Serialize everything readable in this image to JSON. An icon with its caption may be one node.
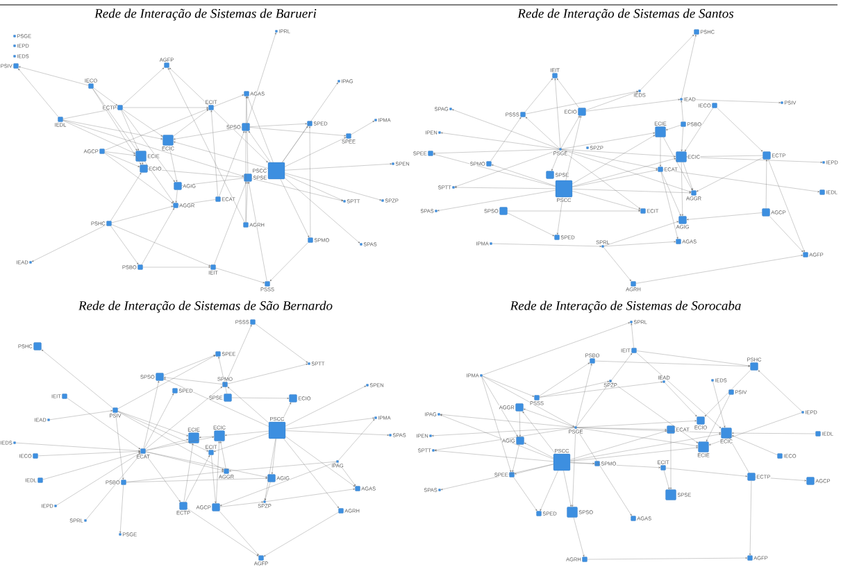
{
  "diagram": {
    "labels": [
      "Rede de Interação de Sistemas de Barueri",
      "Rede de Interação de Sistemas de Santos",
      "Rede de Interação de Sistemas de São Bernardo",
      "Rede de Interação de Sistemas de Sorocaba"
    ],
    "nodes": [
      {
        "text": [
          "PSGE"
        ]
      },
      {
        "text": [
          "IEPD"
        ]
      },
      {
        "text": [
          "IEDS"
        ]
      },
      {
        "text": [
          "PSIV"
        ]
      },
      {
        "text": [
          "IECO"
        ]
      },
      {
        "text": [
          "AGFP"
        ]
      },
      {
        "text": [
          "IPRL"
        ]
      },
      {
        "text": [
          "IPAG"
        ]
      },
      {
        "text": [
          "AGAS"
        ]
      },
      {
        "text": [
          "ECTP"
        ]
      },
      {
        "text": [
          "ECIT"
        ]
      },
      {
        "text": [
          "IEDL"
        ]
      },
      {
        "text": [
          "SPSO"
        ]
      },
      {
        "text": [
          "SPED"
        ]
      },
      {
        "text": [
          "IPMA"
        ]
      },
      {
        "text": [
          "SPEE"
        ]
      },
      {
        "text": [
          "ECIC"
        ]
      },
      {
        "text": [
          "ECIE"
        ]
      },
      {
        "text": [
          "AGCP"
        ]
      },
      {
        "text": [
          "PSCC"
        ]
      },
      {
        "text": [
          "SPEN"
        ]
      },
      {
        "text": [
          "ECIO"
        ]
      },
      {
        "text": [
          "SPSE"
        ]
      },
      {
        "text": [
          "AGIG"
        ]
      },
      {
        "text": [
          "ECAT"
        ]
      },
      {
        "text": [
          "AGGR"
        ]
      },
      {
        "text": [
          "SPTT"
        ]
      },
      {
        "text": [
          "SPZP"
        ]
      },
      {
        "text": [
          "PSHC"
        ]
      },
      {
        "text": [
          "AGRH"
        ]
      },
      {
        "text": [
          "SPMO"
        ]
      },
      {
        "text": [
          "SPAS"
        ]
      },
      {
        "text": [
          "IEAD"
        ]
      },
      {
        "text": [
          "PSBO"
        ]
      },
      {
        "text": [
          "IEIT"
        ]
      },
      {
        "text": [
          "PSSS"
        ]
      },
      {
        "text": [
          "PSHC"
        ]
      },
      {
        "text": [
          "IEIT"
        ]
      },
      {
        "text": [
          "IEDS"
        ]
      },
      {
        "text": [
          "IEAD"
        ]
      },
      {
        "text": [
          "ECIO"
        ]
      },
      {
        "text": [
          "IECO"
        ]
      },
      {
        "text": [
          "PSIV"
        ]
      },
      {
        "text": [
          "SPAG"
        ]
      },
      {
        "text": [
          "PSSS"
        ]
      },
      {
        "text": [
          "PSBO"
        ]
      },
      {
        "text": [
          "ECIE"
        ]
      },
      {
        "text": [
          "IPEN"
        ]
      },
      {
        "text": [
          "PSGE"
        ]
      },
      {
        "text": [
          "SPZP"
        ]
      },
      {
        "text": [
          "SPEE"
        ]
      },
      {
        "text": [
          "ECIC"
        ]
      },
      {
        "text": [
          "ECTP"
        ]
      },
      {
        "text": [
          "IEPD"
        ]
      },
      {
        "text": [
          "SPMO"
        ]
      },
      {
        "text": [
          "ECAT"
        ]
      },
      {
        "text": [
          "SPSE"
        ]
      },
      {
        "text": [
          "PSCC"
        ]
      },
      {
        "text": [
          "SPTT"
        ]
      },
      {
        "text": [
          "AGGR"
        ]
      },
      {
        "text": [
          "IEDL"
        ]
      },
      {
        "text": [
          "SPAS"
        ]
      },
      {
        "text": [
          "SPSO"
        ]
      },
      {
        "text": [
          "ECIT"
        ]
      },
      {
        "text": [
          "AGCP"
        ]
      },
      {
        "text": [
          "AGIG"
        ]
      },
      {
        "text": [
          "SPED"
        ]
      },
      {
        "text": [
          "IPMA"
        ]
      },
      {
        "text": [
          "SPRL"
        ]
      },
      {
        "text": [
          "AGAS"
        ]
      },
      {
        "text": [
          "AGFP"
        ]
      },
      {
        "text": [
          "AGRH"
        ]
      },
      {
        "text": [
          "PSSS"
        ]
      },
      {
        "text": [
          "PSHC"
        ]
      },
      {
        "text": [
          "SPEE"
        ]
      },
      {
        "text": [
          "SPTT"
        ]
      },
      {
        "text": [
          "SPSO"
        ]
      },
      {
        "text": [
          "SPMO"
        ]
      },
      {
        "text": [
          "SPEN"
        ]
      },
      {
        "text": [
          "SPED"
        ]
      },
      {
        "text": [
          "IEIT"
        ]
      },
      {
        "text": [
          "SPSE"
        ]
      },
      {
        "text": [
          "ECIO"
        ]
      },
      {
        "text": [
          "PSIV"
        ]
      },
      {
        "text": [
          "IEAD"
        ]
      },
      {
        "text": [
          "IPMA"
        ]
      },
      {
        "text": [
          "PSCC"
        ]
      },
      {
        "text": [
          "ECIE"
        ]
      },
      {
        "text": [
          "ECIC"
        ]
      },
      {
        "text": [
          "SPAS"
        ]
      },
      {
        "text": [
          "IEDS"
        ]
      },
      {
        "text": [
          "ECAT"
        ]
      },
      {
        "text": [
          "ECIT"
        ]
      },
      {
        "text": [
          "IECO"
        ]
      },
      {
        "text": [
          "IPAG"
        ]
      },
      {
        "text": [
          "AGGR"
        ]
      },
      {
        "text": [
          "AGIG"
        ]
      },
      {
        "text": [
          "IEDL"
        ]
      },
      {
        "text": [
          "PSBO"
        ]
      },
      {
        "text": [
          "AGAS"
        ]
      },
      {
        "text": [
          "SPZP"
        ]
      },
      {
        "text": [
          "IEPD"
        ]
      },
      {
        "text": [
          "ECTP"
        ]
      },
      {
        "text": [
          "AGCP"
        ]
      },
      {
        "text": [
          "AGRH"
        ]
      },
      {
        "text": [
          "SPRL"
        ]
      },
      {
        "text": [
          "PSGE"
        ]
      },
      {
        "text": [
          "AGFP"
        ]
      },
      {
        "text": [
          "SPRL"
        ]
      },
      {
        "text": [
          "IEIT"
        ]
      },
      {
        "text": [
          "PSBO"
        ]
      },
      {
        "text": [
          "PSHC"
        ]
      },
      {
        "text": [
          "IPMA"
        ]
      },
      {
        "text": [
          "SPZP"
        ]
      },
      {
        "text": [
          "IEAD"
        ]
      },
      {
        "text": [
          "IEDS"
        ]
      },
      {
        "text": [
          "PSIV"
        ]
      },
      {
        "text": [
          "PSSS"
        ]
      },
      {
        "text": [
          "AGGR"
        ]
      },
      {
        "text": [
          "IEPD"
        ]
      },
      {
        "text": [
          "IPAG"
        ]
      },
      {
        "text": [
          "ECIO"
        ]
      },
      {
        "text": [
          "PSGE"
        ]
      },
      {
        "text": [
          "ECAT"
        ]
      },
      {
        "text": [
          "ECIC"
        ]
      },
      {
        "text": [
          "IEDL"
        ]
      },
      {
        "text": [
          "IPEN"
        ]
      },
      {
        "text": [
          "ECIE"
        ]
      },
      {
        "text": [
          "AGIG"
        ]
      },
      {
        "text": [
          "SPTT"
        ]
      },
      {
        "text": [
          "IECO"
        ]
      },
      {
        "text": [
          "PSCC"
        ]
      },
      {
        "text": [
          "SPMO"
        ]
      },
      {
        "text": [
          "ECIT"
        ]
      },
      {
        "text": [
          "SPEE"
        ]
      },
      {
        "text": [
          "ECTP"
        ]
      },
      {
        "text": [
          "AGCP"
        ]
      },
      {
        "text": [
          "SPSE"
        ]
      },
      {
        "text": [
          "SPAS"
        ]
      },
      {
        "text": [
          "SPED"
        ]
      },
      {
        "text": [
          "SPSO"
        ]
      },
      {
        "text": [
          "AGAS"
        ]
      },
      {
        "text": [
          "AGRH"
        ]
      },
      {
        "text": [
          "AGFP"
        ]
      }
    ],
    "edges": [
      {
        "from": 4,
        "to": 3,
        "arrow": "to"
      },
      {
        "from": 11,
        "to": 3,
        "arrow": "to"
      },
      {
        "from": 4,
        "to": 9,
        "arrow": "to"
      },
      {
        "from": 4,
        "to": 17,
        "arrow": "to"
      },
      {
        "from": 4,
        "to": 21,
        "arrow": "to"
      },
      {
        "from": 11,
        "to": 9,
        "arrow": "to"
      },
      {
        "from": 11,
        "to": 16,
        "arrow": "to"
      },
      {
        "from": 11,
        "to": 17,
        "arrow": "to"
      },
      {
        "from": 11,
        "to": 22,
        "arrow": "to"
      },
      {
        "from": 9,
        "to": 10,
        "arrow": "to"
      },
      {
        "from": 9,
        "to": 5,
        "arrow": "to"
      },
      {
        "from": 9,
        "to": 16,
        "arrow": "to"
      },
      {
        "from": 9,
        "to": 17,
        "arrow": "to"
      },
      {
        "from": 9,
        "to": 23,
        "arrow": "to"
      },
      {
        "from": 10,
        "to": 5,
        "arrow": "to"
      },
      {
        "from": 10,
        "to": 8,
        "arrow": "to"
      },
      {
        "from": 10,
        "to": 19,
        "arrow": "to"
      },
      {
        "from": 12,
        "to": 6,
        "arrow": "to"
      },
      {
        "from": 19,
        "to": 7,
        "arrow": "to"
      },
      {
        "from": 12,
        "to": 13,
        "arrow": "to"
      },
      {
        "from": 12,
        "to": 15,
        "arrow": "to"
      },
      {
        "from": 12,
        "to": 8,
        "arrow": "to"
      },
      {
        "from": 12,
        "to": 16,
        "arrow": "to"
      },
      {
        "from": 15,
        "to": 14,
        "arrow": "to"
      },
      {
        "from": 19,
        "to": 13,
        "arrow": "to"
      },
      {
        "from": 19,
        "to": 15,
        "arrow": "to"
      },
      {
        "from": 19,
        "to": 20,
        "arrow": "to"
      },
      {
        "from": 19,
        "to": 26,
        "arrow": "to"
      },
      {
        "from": 19,
        "to": 27,
        "arrow": "to"
      },
      {
        "from": 19,
        "to": 30,
        "arrow": "to"
      },
      {
        "from": 19,
        "to": 31,
        "arrow": "to"
      },
      {
        "from": 19,
        "to": 12,
        "arrow": "to"
      },
      {
        "from": 19,
        "to": 16,
        "arrow": "to"
      },
      {
        "from": 19,
        "to": 8,
        "arrow": "to"
      },
      {
        "from": 22,
        "to": 21,
        "arrow": "to"
      },
      {
        "from": 22,
        "to": 23,
        "arrow": "to"
      },
      {
        "from": 22,
        "to": 8,
        "arrow": "to"
      },
      {
        "from": 22,
        "to": 26,
        "arrow": "to"
      },
      {
        "from": 18,
        "to": 17,
        "arrow": "to"
      },
      {
        "from": 18,
        "to": 21,
        "arrow": "to"
      },
      {
        "from": 18,
        "to": 25,
        "arrow": "to"
      },
      {
        "from": 18,
        "to": 10,
        "arrow": "to"
      },
      {
        "from": 16,
        "to": 23,
        "arrow": "to"
      },
      {
        "from": 16,
        "to": 10,
        "arrow": "to"
      },
      {
        "from": 17,
        "to": 21,
        "arrow": "to"
      },
      {
        "from": 17,
        "to": 25,
        "arrow": "to"
      },
      {
        "from": 28,
        "to": 32,
        "arrow": "to"
      },
      {
        "from": 28,
        "to": 33,
        "arrow": "to"
      },
      {
        "from": 28,
        "to": 34,
        "arrow": "to"
      },
      {
        "from": 28,
        "to": 21,
        "arrow": "to"
      },
      {
        "from": 28,
        "to": 25,
        "arrow": "to"
      },
      {
        "from": 33,
        "to": 34,
        "arrow": "to"
      },
      {
        "from": 33,
        "to": 25,
        "arrow": "to"
      },
      {
        "from": 34,
        "to": 35,
        "arrow": "to"
      },
      {
        "from": 34,
        "to": 22,
        "arrow": "to"
      },
      {
        "from": 29,
        "to": 22,
        "arrow": "to"
      },
      {
        "from": 29,
        "to": 5,
        "arrow": "to"
      },
      {
        "from": 29,
        "to": 12,
        "arrow": "to"
      },
      {
        "from": 35,
        "to": 22,
        "arrow": "to"
      },
      {
        "from": 30,
        "to": 35,
        "arrow": "to"
      },
      {
        "from": 30,
        "to": 13,
        "arrow": "to"
      },
      {
        "from": 24,
        "to": 25,
        "arrow": "to"
      },
      {
        "from": 24,
        "to": 12,
        "arrow": "to"
      },
      {
        "from": 24,
        "to": 10,
        "arrow": "to"
      },
      {
        "from": 23,
        "to": 25,
        "arrow": "to"
      },
      {
        "from": 44,
        "to": 37,
        "arrow": "to"
      },
      {
        "from": 48,
        "to": 37,
        "arrow": "to"
      },
      {
        "from": 40,
        "to": 37,
        "arrow": "to"
      },
      {
        "from": 38,
        "to": 36,
        "arrow": "to"
      },
      {
        "from": 39,
        "to": 36,
        "arrow": "to"
      },
      {
        "from": 40,
        "to": 38,
        "arrow": "to"
      },
      {
        "from": 40,
        "to": 39,
        "arrow": "to"
      },
      {
        "from": 44,
        "to": 38,
        "arrow": "to"
      },
      {
        "from": 39,
        "to": 42,
        "arrow": "to"
      },
      {
        "from": 41,
        "to": 51,
        "arrow": "to"
      },
      {
        "from": 41,
        "to": 52,
        "arrow": "to"
      },
      {
        "from": 48,
        "to": 46,
        "arrow": "to"
      },
      {
        "from": 48,
        "to": 51,
        "arrow": "to"
      },
      {
        "from": 48,
        "to": 55,
        "arrow": "to"
      },
      {
        "from": 48,
        "to": 43,
        "arrow": "to"
      },
      {
        "from": 48,
        "to": 47,
        "arrow": "to"
      },
      {
        "from": 48,
        "to": 50,
        "arrow": "to"
      },
      {
        "from": 48,
        "to": 58,
        "arrow": "to"
      },
      {
        "from": 48,
        "to": 56,
        "arrow": "to"
      },
      {
        "from": 48,
        "to": 44,
        "arrow": "to"
      },
      {
        "from": 48,
        "to": 40,
        "arrow": "to"
      },
      {
        "from": 48,
        "to": 59,
        "arrow": "to"
      },
      {
        "from": 48,
        "to": 63,
        "arrow": "to"
      },
      {
        "from": 57,
        "to": 66,
        "arrow": "to"
      },
      {
        "from": 57,
        "to": 40,
        "arrow": "to"
      },
      {
        "from": 57,
        "to": 46,
        "arrow": "to"
      },
      {
        "from": 57,
        "to": 51,
        "arrow": "to"
      },
      {
        "from": 57,
        "to": 59,
        "arrow": "to"
      },
      {
        "from": 57,
        "to": 63,
        "arrow": "to"
      },
      {
        "from": 57,
        "to": 55,
        "arrow": "to"
      },
      {
        "from": 57,
        "to": 54,
        "arrow": "to"
      },
      {
        "from": 57,
        "to": 58,
        "arrow": "to"
      },
      {
        "from": 57,
        "to": 50,
        "arrow": "to"
      },
      {
        "from": 57,
        "to": 61,
        "arrow": "to"
      },
      {
        "from": 52,
        "to": 51,
        "arrow": "to"
      },
      {
        "from": 52,
        "to": 59,
        "arrow": "to"
      },
      {
        "from": 52,
        "to": 70,
        "arrow": "to"
      },
      {
        "from": 51,
        "to": 53,
        "arrow": "to"
      },
      {
        "from": 55,
        "to": 60,
        "arrow": "to"
      },
      {
        "from": 46,
        "to": 59,
        "arrow": "to"
      },
      {
        "from": 46,
        "to": 55,
        "arrow": "to"
      },
      {
        "from": 51,
        "to": 59,
        "arrow": "to"
      },
      {
        "from": 51,
        "to": 65,
        "arrow": "to"
      },
      {
        "from": 55,
        "to": 65,
        "arrow": "to"
      },
      {
        "from": 55,
        "to": 69,
        "arrow": "to"
      },
      {
        "from": 68,
        "to": 71,
        "arrow": "to"
      },
      {
        "from": 71,
        "to": 70,
        "arrow": "to"
      },
      {
        "from": 64,
        "to": 70,
        "arrow": "to"
      },
      {
        "from": 64,
        "to": 65,
        "arrow": "to"
      },
      {
        "from": 64,
        "to": 52,
        "arrow": "to"
      },
      {
        "from": 67,
        "to": 68,
        "arrow": "to"
      },
      {
        "from": 68,
        "to": 69,
        "arrow": "to"
      },
      {
        "from": 68,
        "to": 65,
        "arrow": "to"
      },
      {
        "from": 62,
        "to": 66,
        "arrow": "to"
      },
      {
        "from": 62,
        "to": 63,
        "arrow": "to"
      },
      {
        "from": 54,
        "to": 44,
        "arrow": "to"
      },
      {
        "from": 45,
        "to": 51,
        "arrow": "to"
      },
      {
        "from": 45,
        "to": 46,
        "arrow": "to"
      },
      {
        "from": 45,
        "to": 39,
        "arrow": "to"
      },
      {
        "from": 83,
        "to": 73,
        "arrow": "to"
      },
      {
        "from": 80,
        "to": 91,
        "arrow": "to"
      },
      {
        "from": 84,
        "to": 83,
        "arrow": "to"
      },
      {
        "from": 90,
        "to": 91,
        "arrow": "to"
      },
      {
        "from": 93,
        "to": 91,
        "arrow": "to"
      },
      {
        "from": 97,
        "to": 91,
        "arrow": "to"
      },
      {
        "from": 101,
        "to": 91,
        "arrow": "to"
      },
      {
        "from": 105,
        "to": 91,
        "arrow": "to"
      },
      {
        "from": 98,
        "to": 106,
        "arrow": "to"
      },
      {
        "from": 83,
        "to": 98,
        "arrow": "to"
      },
      {
        "from": 83,
        "to": 74,
        "arrow": "to"
      },
      {
        "from": 83,
        "to": 87,
        "arrow": "to"
      },
      {
        "from": 83,
        "to": 92,
        "arrow": "to"
      },
      {
        "from": 83,
        "to": 95,
        "arrow": "to"
      },
      {
        "from": 91,
        "to": 76,
        "arrow": "to"
      },
      {
        "from": 91,
        "to": 79,
        "arrow": "to"
      },
      {
        "from": 91,
        "to": 87,
        "arrow": "to"
      },
      {
        "from": 91,
        "to": 88,
        "arrow": "to"
      },
      {
        "from": 91,
        "to": 102,
        "arrow": "to"
      },
      {
        "from": 91,
        "to": 95,
        "arrow": "to"
      },
      {
        "from": 91,
        "to": 96,
        "arrow": "to"
      },
      {
        "from": 91,
        "to": 77,
        "arrow": "to"
      },
      {
        "from": 76,
        "to": 74,
        "arrow": "to"
      },
      {
        "from": 77,
        "to": 76,
        "arrow": "to"
      },
      {
        "from": 77,
        "to": 72,
        "arrow": "to"
      },
      {
        "from": 77,
        "to": 75,
        "arrow": "to"
      },
      {
        "from": 81,
        "to": 74,
        "arrow": "to"
      },
      {
        "from": 81,
        "to": 82,
        "arrow": "to"
      },
      {
        "from": 72,
        "to": 75,
        "arrow": "to"
      },
      {
        "from": 86,
        "to": 76,
        "arrow": "to"
      },
      {
        "from": 86,
        "to": 78,
        "arrow": "to"
      },
      {
        "from": 86,
        "to": 85,
        "arrow": "to"
      },
      {
        "from": 86,
        "to": 89,
        "arrow": "to"
      },
      {
        "from": 86,
        "to": 82,
        "arrow": "to"
      },
      {
        "from": 86,
        "to": 96,
        "arrow": "to"
      },
      {
        "from": 86,
        "to": 88,
        "arrow": "to"
      },
      {
        "from": 86,
        "to": 99,
        "arrow": "to"
      },
      {
        "from": 86,
        "to": 104,
        "arrow": "to"
      },
      {
        "from": 86,
        "to": 100,
        "arrow": "to"
      },
      {
        "from": 86,
        "to": 77,
        "arrow": "to"
      },
      {
        "from": 86,
        "to": 92,
        "arrow": "to"
      },
      {
        "from": 102,
        "to": 87,
        "arrow": "to"
      },
      {
        "from": 102,
        "to": 92,
        "arrow": "to"
      },
      {
        "from": 102,
        "to": 107,
        "arrow": "to"
      },
      {
        "from": 103,
        "to": 88,
        "arrow": "to"
      },
      {
        "from": 103,
        "to": 107,
        "arrow": "to"
      },
      {
        "from": 103,
        "to": 100,
        "arrow": "to"
      },
      {
        "from": 104,
        "to": 107,
        "arrow": "to"
      },
      {
        "from": 94,
        "to": 85,
        "arrow": "to"
      },
      {
        "from": 94,
        "to": 99,
        "arrow": "to"
      },
      {
        "from": 94,
        "to": 95,
        "arrow": "to"
      },
      {
        "from": 94,
        "to": 103,
        "arrow": "to"
      },
      {
        "from": 100,
        "to": 99,
        "arrow": "to"
      },
      {
        "from": 98,
        "to": 95,
        "arrow": "to"
      },
      {
        "from": 98,
        "to": 96,
        "arrow": "to"
      },
      {
        "from": 95,
        "to": 88,
        "arrow": "to"
      },
      {
        "from": 88,
        "to": 87,
        "arrow": "to"
      },
      {
        "from": 92,
        "to": 103,
        "arrow": "to"
      },
      {
        "from": 96,
        "to": 100,
        "arrow": "to"
      },
      {
        "from": 112,
        "to": 108,
        "arrow": "to"
      },
      {
        "from": 109,
        "to": 108,
        "arrow": "to"
      },
      {
        "from": 109,
        "to": 111,
        "arrow": "to"
      },
      {
        "from": 110,
        "to": 111,
        "arrow": "to"
      },
      {
        "from": 117,
        "to": 110,
        "arrow": "to"
      },
      {
        "from": 122,
        "to": 110,
        "arrow": "to"
      },
      {
        "from": 122,
        "to": 109,
        "arrow": "to"
      },
      {
        "from": 112,
        "to": 117,
        "arrow": "to"
      },
      {
        "from": 112,
        "to": 128,
        "arrow": "to"
      },
      {
        "from": 112,
        "to": 134,
        "arrow": "to"
      },
      {
        "from": 112,
        "to": 122,
        "arrow": "to"
      },
      {
        "from": 117,
        "to": 113,
        "arrow": "to"
      },
      {
        "from": 117,
        "to": 114,
        "arrow": "to"
      },
      {
        "from": 122,
        "to": 124,
        "arrow": "to"
      },
      {
        "from": 122,
        "to": 127,
        "arrow": "to"
      },
      {
        "from": 122,
        "to": 121,
        "arrow": "to"
      },
      {
        "from": 122,
        "to": 123,
        "arrow": "to"
      },
      {
        "from": 122,
        "to": 118,
        "arrow": "to"
      },
      {
        "from": 122,
        "to": 120,
        "arrow": "to"
      },
      {
        "from": 122,
        "to": 126,
        "arrow": "to"
      },
      {
        "from": 122,
        "to": 129,
        "arrow": "to"
      },
      {
        "from": 122,
        "to": 140,
        "arrow": "to"
      },
      {
        "from": 122,
        "to": 141,
        "arrow": "to"
      },
      {
        "from": 131,
        "to": 132,
        "arrow": "to"
      },
      {
        "from": 131,
        "to": 140,
        "arrow": "to"
      },
      {
        "from": 131,
        "to": 139,
        "arrow": "to"
      },
      {
        "from": 131,
        "to": 128,
        "arrow": "to"
      },
      {
        "from": 131,
        "to": 118,
        "arrow": "to"
      },
      {
        "from": 131,
        "to": 123,
        "arrow": "to"
      },
      {
        "from": 131,
        "to": 127,
        "arrow": "to"
      },
      {
        "from": 131,
        "to": 124,
        "arrow": "to"
      },
      {
        "from": 131,
        "to": 133,
        "arrow": "to"
      },
      {
        "from": 131,
        "to": 134,
        "arrow": "to"
      },
      {
        "from": 131,
        "to": 120,
        "arrow": "to"
      },
      {
        "from": 131,
        "to": 129,
        "arrow": "to"
      },
      {
        "from": 131,
        "to": 138,
        "arrow": "to"
      },
      {
        "from": 140,
        "to": 142,
        "arrow": "to"
      },
      {
        "from": 142,
        "to": 143,
        "arrow": "to"
      },
      {
        "from": 135,
        "to": 143,
        "arrow": "to"
      },
      {
        "from": 135,
        "to": 136,
        "arrow": "to"
      },
      {
        "from": 135,
        "to": 124,
        "arrow": "to"
      },
      {
        "from": 130,
        "to": 124,
        "arrow": "to"
      },
      {
        "from": 125,
        "to": 124,
        "arrow": "to"
      },
      {
        "from": 119,
        "to": 127,
        "arrow": "to"
      },
      {
        "from": 119,
        "to": 111,
        "arrow": "to"
      },
      {
        "from": 116,
        "to": 127,
        "arrow": "to"
      },
      {
        "from": 115,
        "to": 124,
        "arrow": "to"
      },
      {
        "from": 114,
        "to": 121,
        "arrow": "to"
      },
      {
        "from": 113,
        "to": 127,
        "arrow": "to"
      },
      {
        "from": 133,
        "to": 137,
        "arrow": "to"
      },
      {
        "from": 123,
        "to": 137,
        "arrow": "to"
      },
      {
        "from": 133,
        "to": 135,
        "arrow": "to"
      },
      {
        "from": 111,
        "to": 121,
        "arrow": "to"
      },
      {
        "from": 109,
        "to": 124,
        "arrow": "to"
      },
      {
        "from": 118,
        "to": 128,
        "arrow": "to"
      },
      {
        "from": 128,
        "to": 134,
        "arrow": "to"
      },
      {
        "from": 134,
        "to": 139,
        "arrow": "to"
      }
    ]
  }
}
